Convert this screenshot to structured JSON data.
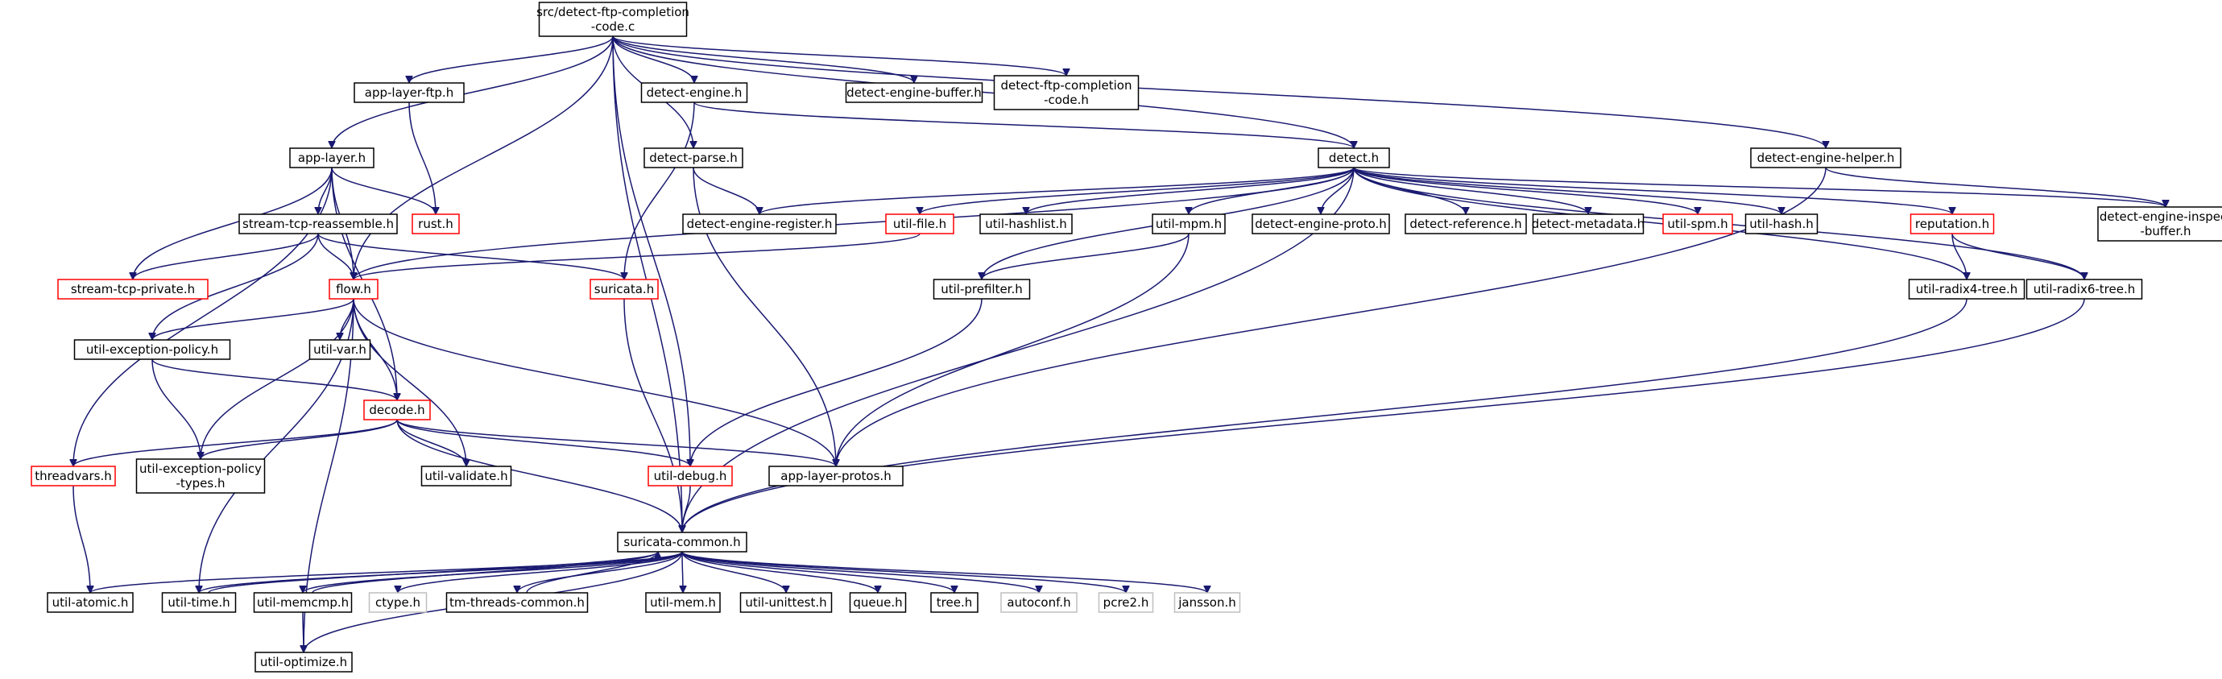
{
  "colors": {
    "edge": "#191970",
    "border_normal": "#000000",
    "border_truncated": "#ff0000",
    "border_system": "#bfbfbf",
    "fill_root": "#bfbfbf",
    "fill_normal": "#ffffff",
    "text_normal": "#000000"
  },
  "nodes": [
    {
      "id": "root",
      "lines": [
        "src/detect-ftp-completion",
        "-code.c"
      ],
      "style": "root"
    },
    {
      "id": "app-layer-ftp",
      "lines": [
        "app-layer-ftp.h"
      ],
      "style": "normal"
    },
    {
      "id": "detect-engine",
      "lines": [
        "detect-engine.h"
      ],
      "style": "normal"
    },
    {
      "id": "detect-engine-buffer",
      "lines": [
        "detect-engine-buffer.h"
      ],
      "style": "normal"
    },
    {
      "id": "detect-ftp-completion-code",
      "lines": [
        "detect-ftp-completion",
        "-code.h"
      ],
      "style": "normal"
    },
    {
      "id": "app-layer",
      "lines": [
        "app-layer.h"
      ],
      "style": "normal"
    },
    {
      "id": "detect-parse",
      "lines": [
        "detect-parse.h"
      ],
      "style": "normal"
    },
    {
      "id": "detect",
      "lines": [
        "detect.h"
      ],
      "style": "normal"
    },
    {
      "id": "detect-engine-helper",
      "lines": [
        "detect-engine-helper.h"
      ],
      "style": "normal"
    },
    {
      "id": "rust",
      "lines": [
        "rust.h"
      ],
      "style": "truncated"
    },
    {
      "id": "stream-tcp-reassemble",
      "lines": [
        "stream-tcp-reassemble.h"
      ],
      "style": "normal"
    },
    {
      "id": "detect-engine-register",
      "lines": [
        "detect-engine-register.h"
      ],
      "style": "normal"
    },
    {
      "id": "util-file",
      "lines": [
        "util-file.h"
      ],
      "style": "truncated"
    },
    {
      "id": "util-hashlist",
      "lines": [
        "util-hashlist.h"
      ],
      "style": "normal"
    },
    {
      "id": "util-mpm",
      "lines": [
        "util-mpm.h"
      ],
      "style": "normal"
    },
    {
      "id": "detect-engine-proto",
      "lines": [
        "detect-engine-proto.h"
      ],
      "style": "normal"
    },
    {
      "id": "detect-reference",
      "lines": [
        "detect-reference.h"
      ],
      "style": "normal"
    },
    {
      "id": "detect-metadata",
      "lines": [
        "detect-metadata.h"
      ],
      "style": "normal"
    },
    {
      "id": "util-spm",
      "lines": [
        "util-spm.h"
      ],
      "style": "truncated"
    },
    {
      "id": "util-hash",
      "lines": [
        "util-hash.h"
      ],
      "style": "normal"
    },
    {
      "id": "reputation",
      "lines": [
        "reputation.h"
      ],
      "style": "truncated"
    },
    {
      "id": "detect-engine-inspect-buffer",
      "lines": [
        "detect-engine-inspect",
        "-buffer.h"
      ],
      "style": "normal"
    },
    {
      "id": "stream-tcp-private",
      "lines": [
        "stream-tcp-private.h"
      ],
      "style": "truncated"
    },
    {
      "id": "flow",
      "lines": [
        "flow.h"
      ],
      "style": "truncated"
    },
    {
      "id": "suricata",
      "lines": [
        "suricata.h"
      ],
      "style": "truncated"
    },
    {
      "id": "util-prefilter",
      "lines": [
        "util-prefilter.h"
      ],
      "style": "normal"
    },
    {
      "id": "util-radix4-tree",
      "lines": [
        "util-radix4-tree.h"
      ],
      "style": "normal"
    },
    {
      "id": "util-radix6-tree",
      "lines": [
        "util-radix6-tree.h"
      ],
      "style": "normal"
    },
    {
      "id": "util-exception-policy",
      "lines": [
        "util-exception-policy.h"
      ],
      "style": "normal"
    },
    {
      "id": "util-var",
      "lines": [
        "util-var.h"
      ],
      "style": "normal"
    },
    {
      "id": "decode",
      "lines": [
        "decode.h"
      ],
      "style": "truncated"
    },
    {
      "id": "threadvars",
      "lines": [
        "threadvars.h"
      ],
      "style": "truncated"
    },
    {
      "id": "util-exception-policy-types",
      "lines": [
        "util-exception-policy",
        "-types.h"
      ],
      "style": "normal"
    },
    {
      "id": "util-validate",
      "lines": [
        "util-validate.h"
      ],
      "style": "normal"
    },
    {
      "id": "util-debug",
      "lines": [
        "util-debug.h"
      ],
      "style": "truncated"
    },
    {
      "id": "app-layer-protos",
      "lines": [
        "app-layer-protos.h"
      ],
      "style": "normal"
    },
    {
      "id": "suricata-common",
      "lines": [
        "suricata-common.h"
      ],
      "style": "normal"
    },
    {
      "id": "util-atomic",
      "lines": [
        "util-atomic.h"
      ],
      "style": "normal"
    },
    {
      "id": "util-time",
      "lines": [
        "util-time.h"
      ],
      "style": "normal"
    },
    {
      "id": "util-memcmp",
      "lines": [
        "util-memcmp.h"
      ],
      "style": "normal"
    },
    {
      "id": "ctype",
      "lines": [
        "ctype.h"
      ],
      "style": "system"
    },
    {
      "id": "tm-threads-common",
      "lines": [
        "tm-threads-common.h"
      ],
      "style": "normal"
    },
    {
      "id": "util-mem",
      "lines": [
        "util-mem.h"
      ],
      "style": "normal"
    },
    {
      "id": "util-unittest",
      "lines": [
        "util-unittest.h"
      ],
      "style": "normal"
    },
    {
      "id": "queue",
      "lines": [
        "queue.h"
      ],
      "style": "normal"
    },
    {
      "id": "tree",
      "lines": [
        "tree.h"
      ],
      "style": "normal"
    },
    {
      "id": "autoconf",
      "lines": [
        "autoconf.h"
      ],
      "style": "system"
    },
    {
      "id": "pcre2",
      "lines": [
        "pcre2.h"
      ],
      "style": "system"
    },
    {
      "id": "jansson",
      "lines": [
        "jansson.h"
      ],
      "style": "system"
    },
    {
      "id": "util-optimize",
      "lines": [
        "util-optimize.h"
      ],
      "style": "normal"
    }
  ],
  "edges": [
    [
      "root",
      "app-layer-ftp"
    ],
    [
      "root",
      "detect-engine"
    ],
    [
      "root",
      "detect-engine-buffer"
    ],
    [
      "root",
      "detect-ftp-completion-code"
    ],
    [
      "root",
      "app-layer"
    ],
    [
      "root",
      "detect-parse"
    ],
    [
      "root",
      "detect"
    ],
    [
      "root",
      "detect-engine-helper"
    ],
    [
      "root",
      "flow"
    ],
    [
      "root",
      "suricata-common"
    ],
    [
      "root",
      "util-debug"
    ],
    [
      "app-layer-ftp",
      "rust"
    ],
    [
      "detect-engine",
      "detect"
    ],
    [
      "detect-engine",
      "suricata"
    ],
    [
      "app-layer",
      "rust"
    ],
    [
      "app-layer",
      "stream-tcp-reassemble"
    ],
    [
      "app-layer",
      "stream-tcp-private"
    ],
    [
      "app-layer",
      "flow"
    ],
    [
      "app-layer",
      "decode"
    ],
    [
      "app-layer",
      "threadvars"
    ],
    [
      "detect-parse",
      "detect-engine-register"
    ],
    [
      "detect-parse",
      "app-layer-protos"
    ],
    [
      "detect",
      "detect-engine-register"
    ],
    [
      "detect",
      "util-file"
    ],
    [
      "detect",
      "util-hashlist"
    ],
    [
      "detect",
      "util-mpm"
    ],
    [
      "detect",
      "detect-engine-proto"
    ],
    [
      "detect",
      "detect-reference"
    ],
    [
      "detect",
      "detect-metadata"
    ],
    [
      "detect",
      "util-spm"
    ],
    [
      "detect",
      "util-hash"
    ],
    [
      "detect",
      "reputation"
    ],
    [
      "detect",
      "detect-engine-inspect-buffer"
    ],
    [
      "detect",
      "flow"
    ],
    [
      "detect",
      "util-prefilter"
    ],
    [
      "detect",
      "util-radix4-tree"
    ],
    [
      "detect",
      "util-radix6-tree"
    ],
    [
      "detect",
      "suricata-common"
    ],
    [
      "detect-engine-helper",
      "detect-engine-inspect-buffer"
    ],
    [
      "detect-engine-helper",
      "app-layer-protos"
    ],
    [
      "stream-tcp-reassemble",
      "stream-tcp-private"
    ],
    [
      "stream-tcp-reassemble",
      "flow"
    ],
    [
      "stream-tcp-reassemble",
      "suricata"
    ],
    [
      "stream-tcp-reassemble",
      "util-exception-policy"
    ],
    [
      "util-file",
      "flow"
    ],
    [
      "util-mpm",
      "util-prefilter"
    ],
    [
      "util-mpm",
      "app-layer-protos"
    ],
    [
      "reputation",
      "util-radix4-tree"
    ],
    [
      "reputation",
      "util-radix6-tree"
    ],
    [
      "flow",
      "util-exception-policy"
    ],
    [
      "flow",
      "util-var"
    ],
    [
      "flow",
      "decode"
    ],
    [
      "flow",
      "util-exception-policy-types"
    ],
    [
      "flow",
      "util-validate"
    ],
    [
      "flow",
      "app-layer-protos"
    ],
    [
      "flow",
      "util-time"
    ],
    [
      "flow",
      "util-optimize"
    ],
    [
      "suricata",
      "suricata-common"
    ],
    [
      "util-prefilter",
      "util-debug"
    ],
    [
      "util-radix4-tree",
      "suricata-common"
    ],
    [
      "util-radix6-tree",
      "suricata-common"
    ],
    [
      "util-exception-policy",
      "decode"
    ],
    [
      "util-exception-policy",
      "util-exception-policy-types"
    ],
    [
      "decode",
      "threadvars"
    ],
    [
      "decode",
      "util-exception-policy-types"
    ],
    [
      "decode",
      "util-validate"
    ],
    [
      "decode",
      "util-debug"
    ],
    [
      "decode",
      "app-layer-protos"
    ],
    [
      "decode",
      "suricata-common"
    ],
    [
      "threadvars",
      "util-atomic"
    ],
    [
      "util-debug",
      "suricata-common"
    ],
    [
      "suricata-common",
      "util-atomic"
    ],
    [
      "suricata-common",
      "util-time"
    ],
    [
      "suricata-common",
      "util-memcmp"
    ],
    [
      "suricata-common",
      "ctype"
    ],
    [
      "suricata-common",
      "tm-threads-common"
    ],
    [
      "suricata-common",
      "util-mem"
    ],
    [
      "suricata-common",
      "util-unittest"
    ],
    [
      "suricata-common",
      "queue"
    ],
    [
      "suricata-common",
      "tree"
    ],
    [
      "suricata-common",
      "autoconf"
    ],
    [
      "suricata-common",
      "pcre2"
    ],
    [
      "suricata-common",
      "jansson"
    ],
    [
      "suricata-common",
      "util-optimize"
    ],
    [
      "util-time",
      "suricata-common"
    ],
    [
      "util-memcmp",
      "suricata-common"
    ],
    [
      "util-memcmp",
      "util-optimize"
    ],
    [
      "tm-threads-common",
      "suricata-common"
    ]
  ]
}
